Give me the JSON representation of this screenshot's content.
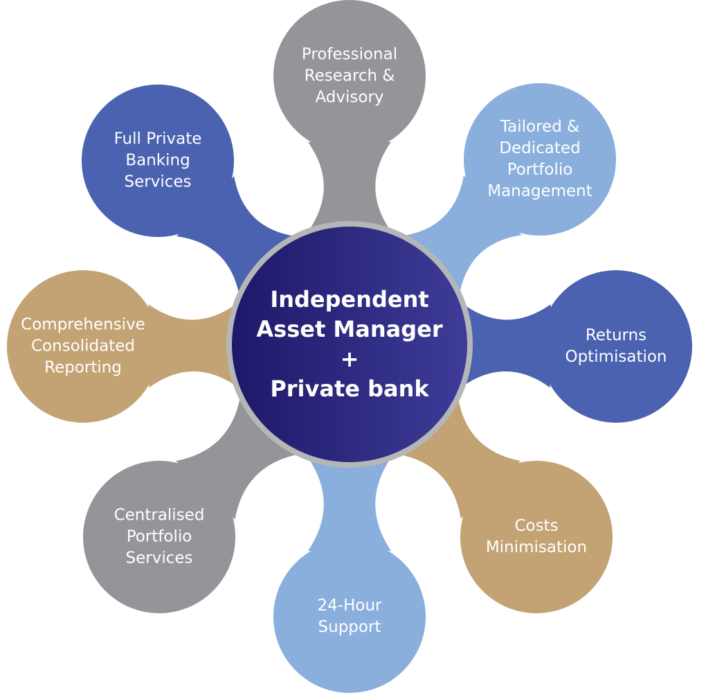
{
  "center": {
    "label": "Independent\nAsset Manager\n+\nPrivate bank"
  },
  "colors": {
    "gray": "#939598",
    "light_blue": "#8aafdd",
    "blue": "#4a62af",
    "tan": "#c3a273",
    "center_dark": "#1d1868",
    "center_light": "#3e3c98"
  },
  "nodes": [
    {
      "label": "Professional\nResearch &\nAdvisory",
      "color": "gray"
    },
    {
      "label": "Tailored &\nDedicated\nPortfolio\nManagement",
      "color": "light_blue"
    },
    {
      "label": "Returns\nOptimisation",
      "color": "blue"
    },
    {
      "label": "Costs\nMinimisation",
      "color": "tan"
    },
    {
      "label": "24-Hour\nSupport",
      "color": "light_blue"
    },
    {
      "label": "Centralised\nPortfolio\nServices",
      "color": "gray"
    },
    {
      "label": "Comprehensive\nConsolidated\nReporting",
      "color": "tan"
    },
    {
      "label": "Full Private\nBanking\nServices",
      "color": "blue"
    }
  ]
}
